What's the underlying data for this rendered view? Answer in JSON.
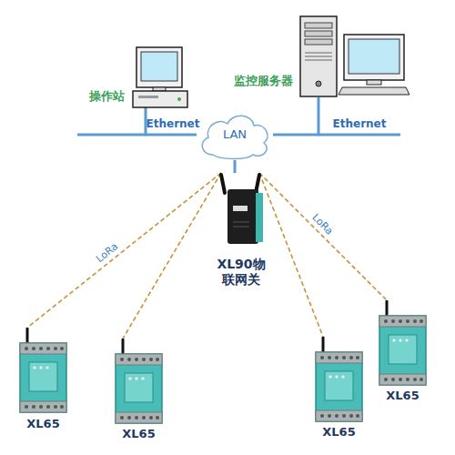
{
  "diagram": {
    "nodes": [
      {
        "text": [
          "操作站"
        ]
      },
      {
        "text": [
          "监控服务器"
        ]
      },
      {
        "text": [
          "LAN"
        ]
      },
      {
        "text": [
          "XL90物 联网关"
        ]
      },
      {
        "text": [
          "XL65"
        ]
      },
      {
        "text": [
          "XL65"
        ]
      },
      {
        "text": [
          "XL65"
        ]
      },
      {
        "text": [
          "XL65"
        ]
      }
    ],
    "edges": [
      {
        "from": 0,
        "to": 2,
        "label": "Ethernet",
        "arrow": "none"
      },
      {
        "from": 2,
        "to": 1,
        "label": "Ethernet",
        "arrow": "none"
      },
      {
        "from": 2,
        "to": 3,
        "arrow": "none"
      },
      {
        "from": 3,
        "to": 4,
        "label": "LoRa",
        "arrow": "none"
      },
      {
        "from": 3,
        "to": 5,
        "arrow": "none"
      },
      {
        "from": 3,
        "to": 6,
        "arrow": "none"
      },
      {
        "from": 3,
        "to": 7,
        "label": "LoRa",
        "arrow": "none"
      }
    ]
  }
}
